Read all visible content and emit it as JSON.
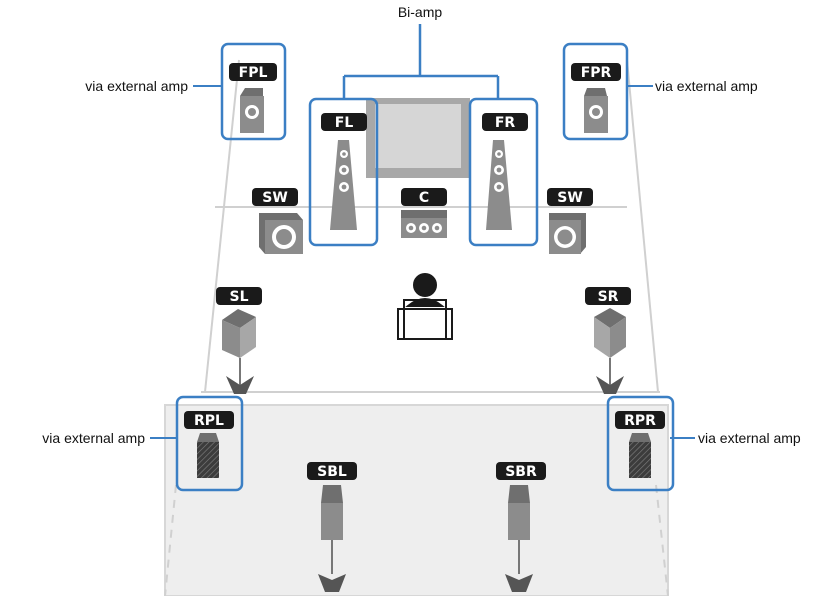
{
  "annotations": {
    "biamp": "Bi-amp",
    "fpl_note": "via external amp",
    "fpr_note": "via external amp",
    "rpl_note": "via external amp",
    "rpr_note": "via external amp"
  },
  "speakers": {
    "fpl": "FPL",
    "fpr": "FPR",
    "fl": "FL",
    "fr": "FR",
    "c": "C",
    "sw_left": "SW",
    "sw_right": "SW",
    "sl": "SL",
    "sr": "SR",
    "rpl": "RPL",
    "rpr": "RPR",
    "sbl": "SBL",
    "sbr": "SBR"
  },
  "colors": {
    "highlight_frame": "#3b7fc4",
    "label_badge": "#1a1a1a",
    "speaker_body": "#8c8c8c",
    "room_outline": "#cfcfcf",
    "rear_zone": "#eeeeee"
  }
}
